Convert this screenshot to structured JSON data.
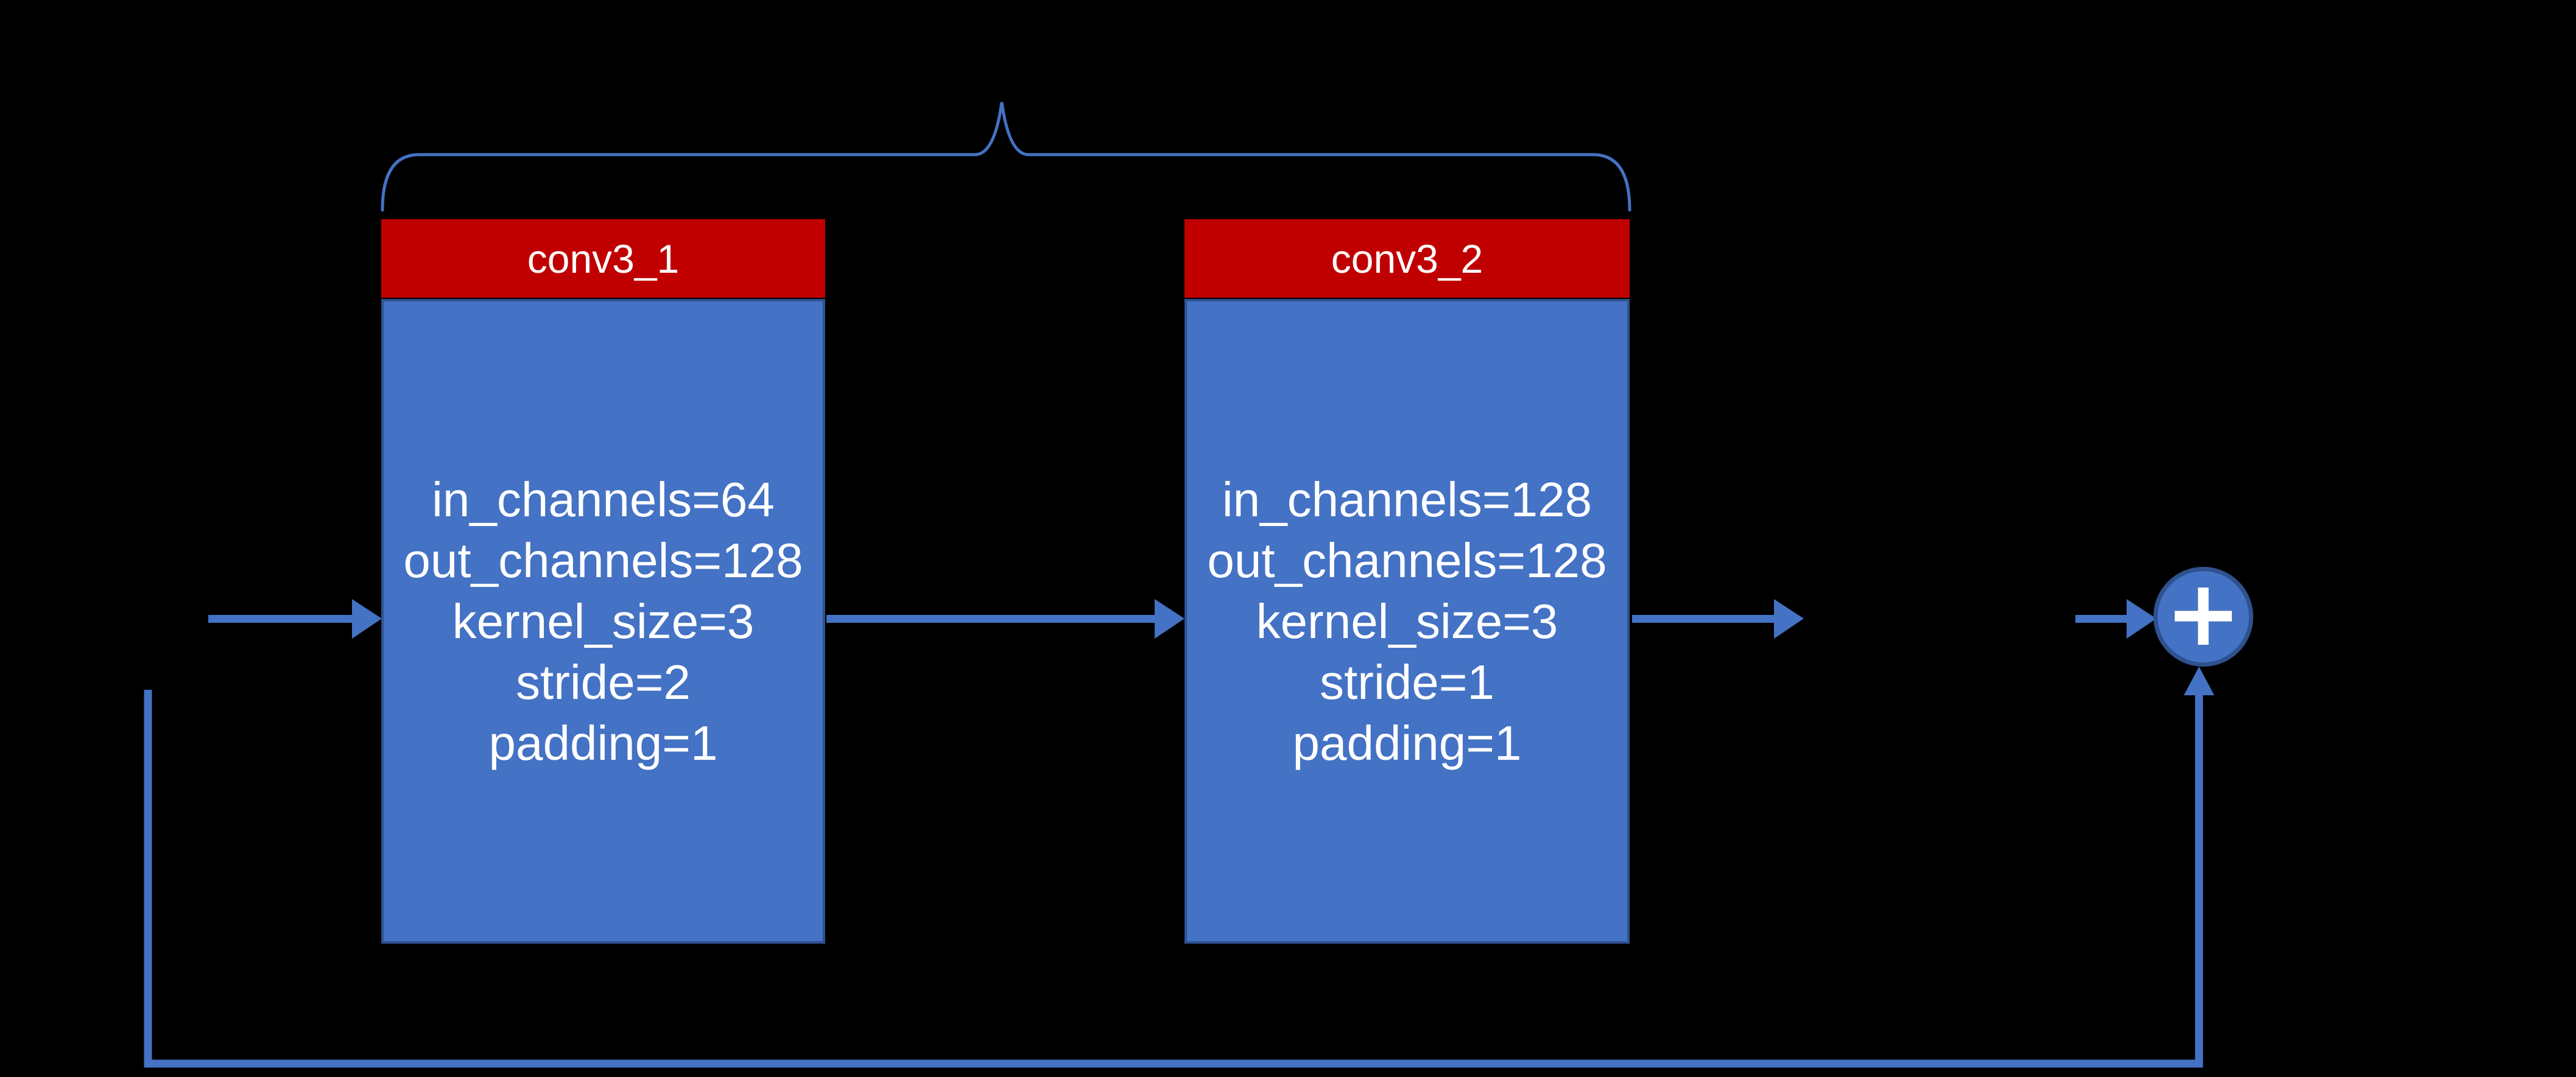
{
  "diagram": {
    "background_color": "#000000",
    "colors": {
      "connector_blue": "#4472C4",
      "box_fill_blue": "#4472C4",
      "box_border_blue": "#2F528F",
      "header_red": "#C00000",
      "text_white": "#FFFFFF"
    },
    "blocks": [
      {
        "title": "conv3_1",
        "params": [
          "in_channels=64",
          "out_channels=128",
          "kernel_size=3",
          "stride=2",
          "padding=1"
        ]
      },
      {
        "title": "conv3_2",
        "params": [
          "in_channels=128",
          "out_channels=128",
          "kernel_size=3",
          "stride=1",
          "padding=1"
        ]
      }
    ],
    "add_node": {
      "symbol": "+"
    },
    "connectors": {
      "brace": "top-brace-over-both-blocks",
      "flow": "input -> conv3_1 -> conv3_2 -> add",
      "skip": "input -> bottom skip line -> add"
    }
  }
}
